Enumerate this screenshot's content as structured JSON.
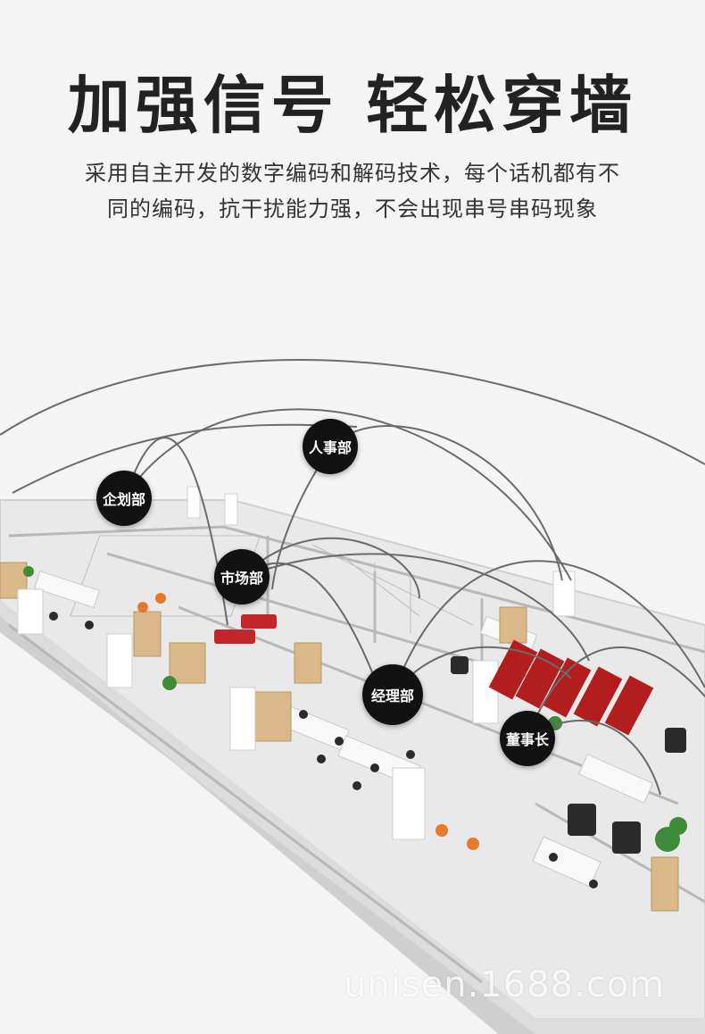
{
  "header": {
    "title": "加强信号  轻松穿墙",
    "subtitle_line1": "采用自主开发的数字编码和解码技术，每个话机都有不",
    "subtitle_line2": "同的编码，抗干扰能力强，不会出现串号串码现象"
  },
  "departments": [
    {
      "label": "企划部"
    },
    {
      "label": "人事部"
    },
    {
      "label": "市场部"
    },
    {
      "label": "经理部"
    },
    {
      "label": "董事长"
    }
  ],
  "watermark": "unisen.1688.com",
  "colors": {
    "title": "#222222",
    "node_fill": "#121212",
    "signal_line": "#666666"
  }
}
